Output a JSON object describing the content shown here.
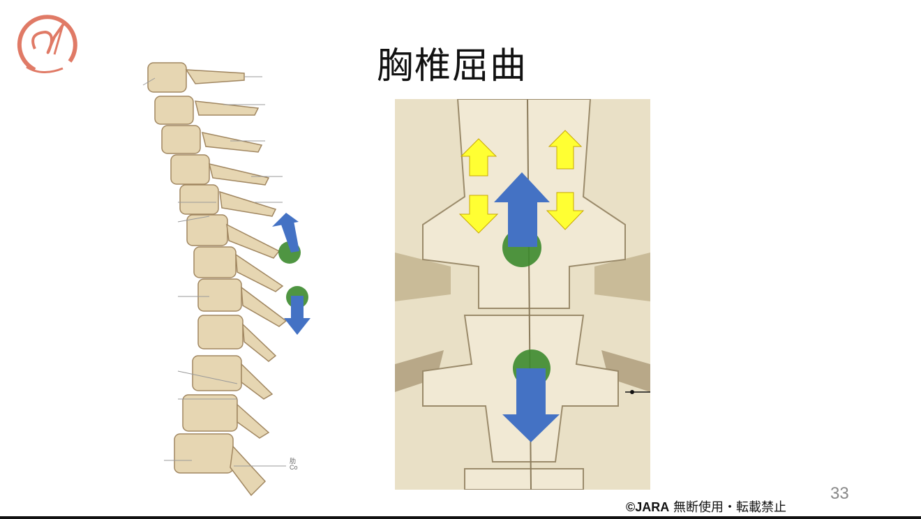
{
  "slide": {
    "title": "胸椎屈曲",
    "page_number": "33",
    "copyright_mark": "©JARA",
    "copyright_note": "無断使用・転載禁止"
  },
  "spine_figure": {
    "labels": [
      "肋",
      "Co"
    ]
  },
  "colors": {
    "logo": "#e07a66",
    "arrow_blue": "#4472c4",
    "arrow_yellow": "#ffff33",
    "circle_green": "#3c8a2e",
    "bone": "#e8dcc0"
  }
}
